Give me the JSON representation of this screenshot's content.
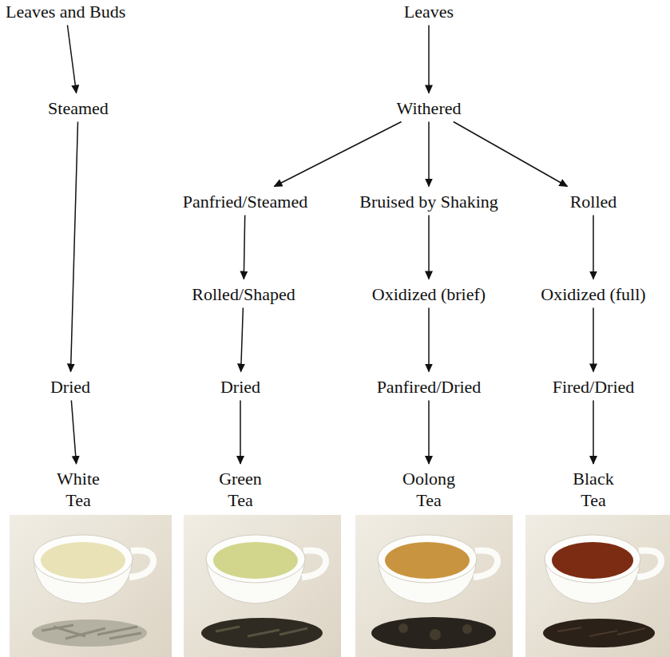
{
  "diagram": {
    "nodes": [
      {
        "text": [
          "Leaves and Buds"
        ]
      },
      {
        "text": [
          "Leaves"
        ]
      },
      {
        "text": [
          "Steamed"
        ]
      },
      {
        "text": [
          "Withered"
        ]
      },
      {
        "text": [
          "Panfried/Steamed"
        ]
      },
      {
        "text": [
          "Bruised by Shaking"
        ]
      },
      {
        "text": [
          "Rolled"
        ]
      },
      {
        "text": [
          "Rolled/Shaped"
        ]
      },
      {
        "text": [
          "Oxidized (brief)"
        ]
      },
      {
        "text": [
          "Oxidized (full)"
        ]
      },
      {
        "text": [
          "Dried"
        ]
      },
      {
        "text": [
          "Dried"
        ]
      },
      {
        "text": [
          "Panfired/Dried"
        ]
      },
      {
        "text": [
          "Fired/Dried"
        ]
      },
      {
        "text": [
          "White Tea"
        ]
      },
      {
        "text": [
          "Green Tea"
        ]
      },
      {
        "text": [
          "Oolong Tea"
        ]
      },
      {
        "text": [
          "Black Tea"
        ]
      }
    ],
    "edges": [
      {
        "from": 0,
        "to": 2,
        "arrow": "to"
      },
      {
        "from": 2,
        "to": 10,
        "arrow": "to"
      },
      {
        "from": 10,
        "to": 14,
        "arrow": "to"
      },
      {
        "from": 1,
        "to": 3,
        "arrow": "to"
      },
      {
        "from": 3,
        "to": 4,
        "arrow": "to"
      },
      {
        "from": 3,
        "to": 5,
        "arrow": "to"
      },
      {
        "from": 3,
        "to": 6,
        "arrow": "to"
      },
      {
        "from": 4,
        "to": 7,
        "arrow": "to"
      },
      {
        "from": 7,
        "to": 11,
        "arrow": "to"
      },
      {
        "from": 11,
        "to": 15,
        "arrow": "to"
      },
      {
        "from": 5,
        "to": 8,
        "arrow": "to"
      },
      {
        "from": 8,
        "to": 12,
        "arrow": "to"
      },
      {
        "from": 12,
        "to": 16,
        "arrow": "to"
      },
      {
        "from": 6,
        "to": 9,
        "arrow": "to"
      },
      {
        "from": 9,
        "to": 13,
        "arrow": "to"
      },
      {
        "from": 13,
        "to": 17,
        "arrow": "to"
      }
    ]
  }
}
